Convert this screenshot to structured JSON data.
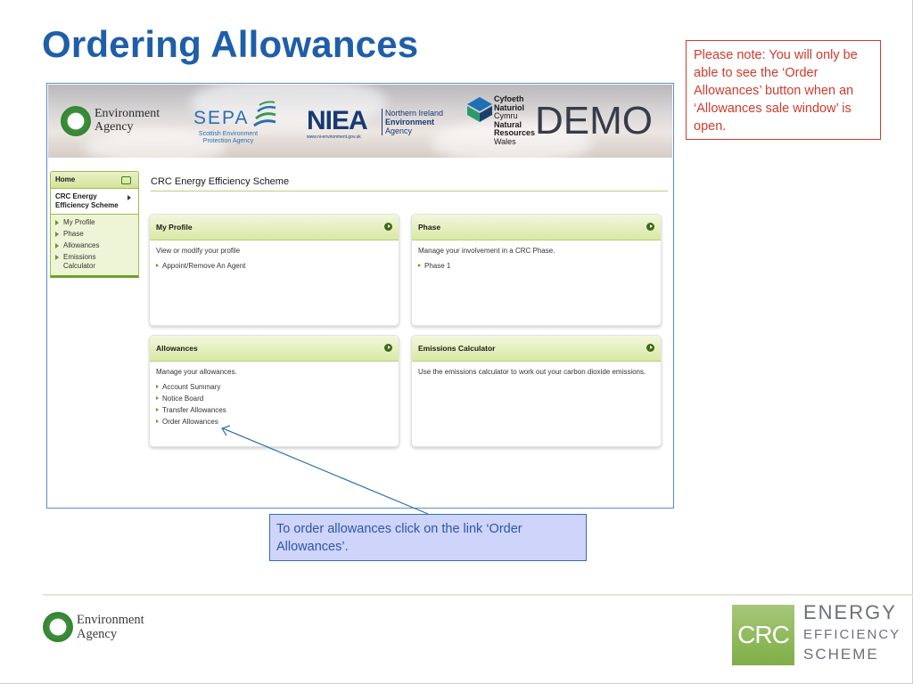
{
  "slide": {
    "title": "Ordering Allowances",
    "note": "Please note: You will only be able to see the ‘Order Allowances’ button when an ‘Allowances sale window’ is open.",
    "callout": "To order allowances click on the link ‘Order Allowances’."
  },
  "banner": {
    "ea_line1": "Environment",
    "ea_line2": "Agency",
    "sepa_name": "SEPA",
    "sepa_sub1": "Scottish Environment",
    "sepa_sub2": "Protection Agency",
    "niea_name": "NIEA",
    "niea_sub1": "Northern Ireland",
    "niea_sub2": "Environment",
    "niea_sub3": "Agency",
    "niea_url": "www.ni-environment.gov.uk",
    "nrw_1": "Cyfoeth",
    "nrw_2": "Naturiol",
    "nrw_3": "Cymru",
    "nrw_4": "Natural",
    "nrw_5": "Resources",
    "nrw_6": "Wales",
    "demo": "DEMO"
  },
  "nav": {
    "home": "Home",
    "section_line1": "CRC Energy",
    "section_line2": "Efficiency Scheme",
    "items": [
      "My Profile",
      "Phase",
      "Allowances",
      "Emissions Calculator"
    ]
  },
  "content": {
    "title": "CRC Energy Efficiency Scheme",
    "panels": [
      {
        "title": "My Profile",
        "desc": "View or modify your profile",
        "links": [
          "Appoint/Remove An Agent"
        ]
      },
      {
        "title": "Phase",
        "desc": "Manage your involvement in a CRC Phase.",
        "links": [
          "Phase 1"
        ]
      },
      {
        "title": "Allowances",
        "desc": "Manage your allowances.",
        "links": [
          "Account Summary",
          "Notice Board",
          "Transfer Allowances",
          "Order Allowances"
        ]
      },
      {
        "title": "Emissions Calculator",
        "desc": "Use the emissions calculator to work out your carbon dioxide emissions.",
        "links": []
      }
    ]
  },
  "footer": {
    "ea_line1": "Environment",
    "ea_line2": "Agency",
    "crc_box": "CRC",
    "crc_word1": "Energy",
    "crc_word2": "Efficiency",
    "crc_word3": "Scheme"
  },
  "colors": {
    "title_blue": "#1f5ea8",
    "note_red": "#d23a2d",
    "callout_fill": "#cfd4fa",
    "nav_green": "#9bbd52",
    "crc_green": "#7fae45"
  }
}
